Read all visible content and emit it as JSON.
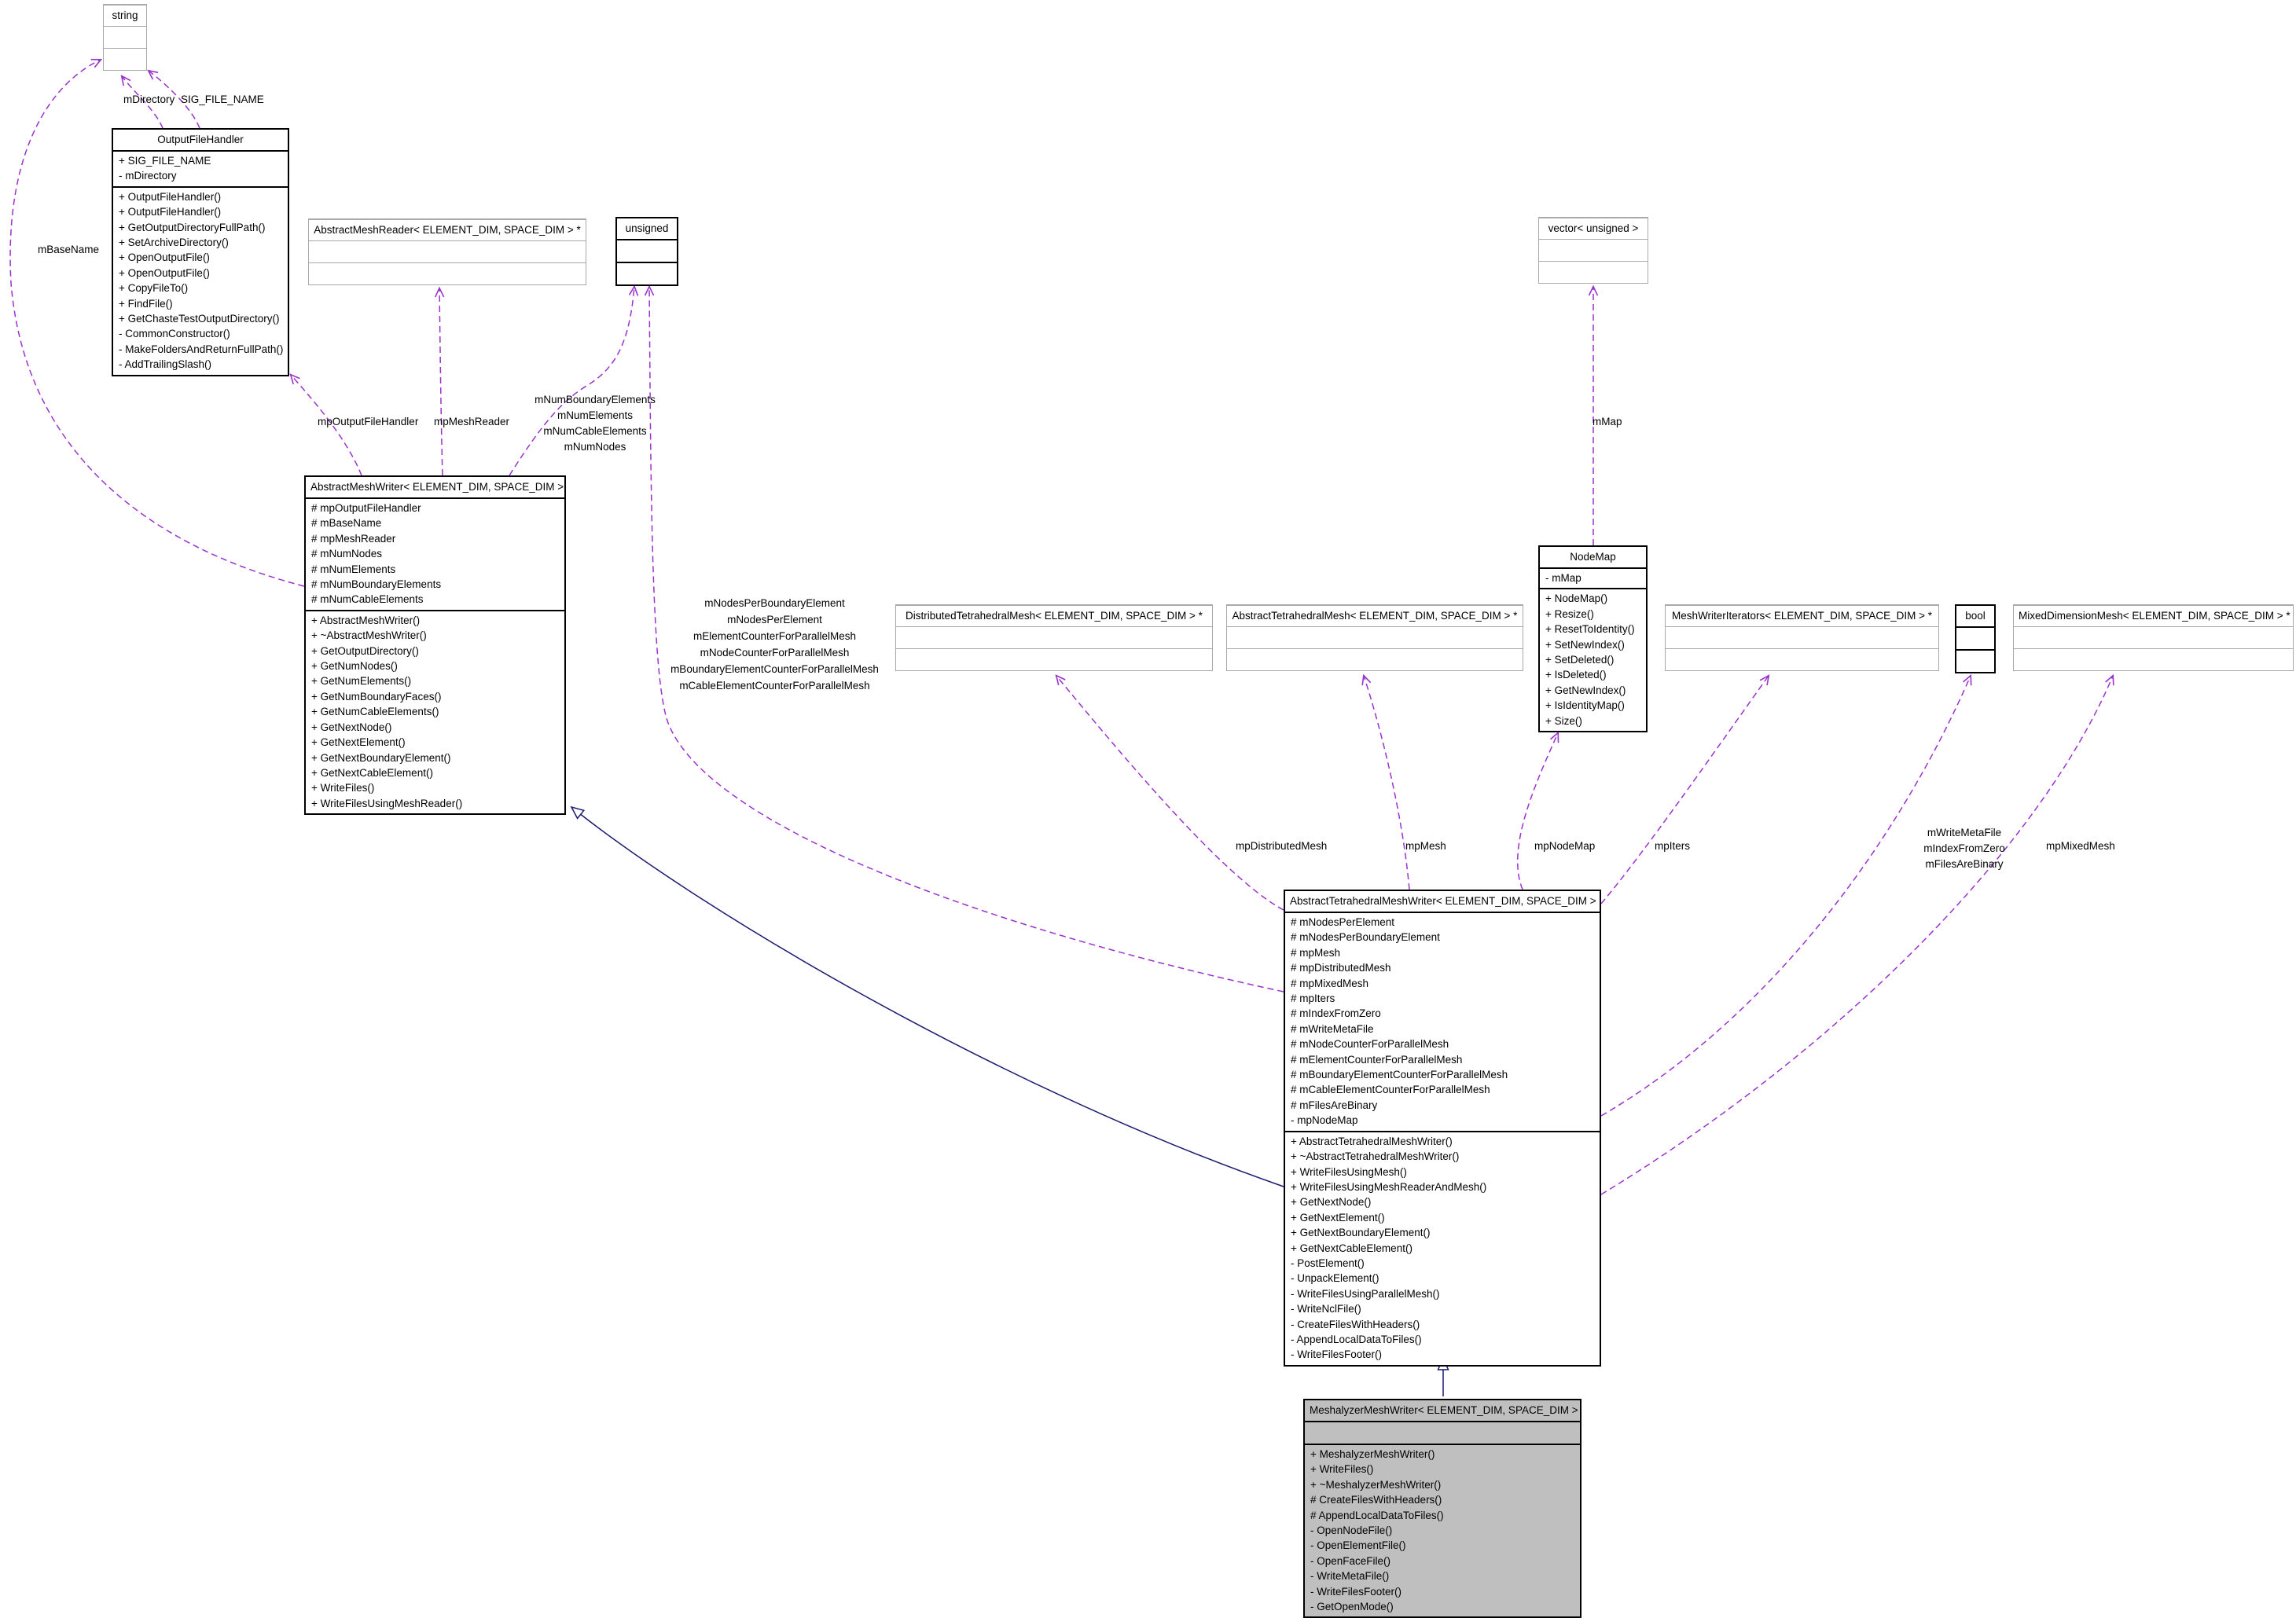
{
  "diagram_type": "uml-collaboration-diagram",
  "classes": {
    "string": {
      "title": "string"
    },
    "outputFileHandler": {
      "title": "OutputFileHandler",
      "attributes": [
        "+ SIG_FILE_NAME",
        "- mDirectory"
      ],
      "methods": [
        "+ OutputFileHandler()",
        "+ OutputFileHandler()",
        "+ GetOutputDirectoryFullPath()",
        "+ SetArchiveDirectory()",
        "+ OpenOutputFile()",
        "+ OpenOutputFile()",
        "+ CopyFileTo()",
        "+ FindFile()",
        "+ GetChasteTestOutputDirectory()",
        "- CommonConstructor()",
        "- MakeFoldersAndReturnFullPath()",
        "- AddTrailingSlash()"
      ]
    },
    "abstractMeshReader": {
      "title": "AbstractMeshReader< ELEMENT_DIM, SPACE_DIM > *"
    },
    "unsignedType": {
      "title": "unsigned"
    },
    "abstractMeshWriter": {
      "title": "AbstractMeshWriter< ELEMENT_DIM, SPACE_DIM >",
      "attributes": [
        "# mpOutputFileHandler",
        "# mBaseName",
        "# mpMeshReader",
        "# mNumNodes",
        "# mNumElements",
        "# mNumBoundaryElements",
        "# mNumCableElements"
      ],
      "methods": [
        "+ AbstractMeshWriter()",
        "+ ~AbstractMeshWriter()",
        "+ GetOutputDirectory()",
        "+ GetNumNodes()",
        "+ GetNumElements()",
        "+ GetNumBoundaryFaces()",
        "+ GetNumCableElements()",
        "+ GetNextNode()",
        "+ GetNextElement()",
        "+ GetNextBoundaryElement()",
        "+ GetNextCableElement()",
        "+ WriteFiles()",
        "+ WriteFilesUsingMeshReader()"
      ]
    },
    "vectorUnsigned": {
      "title": "vector< unsigned >"
    },
    "nodeMap": {
      "title": "NodeMap",
      "attributes": [
        "- mMap"
      ],
      "methods": [
        "+ NodeMap()",
        "+ Resize()",
        "+ ResetToIdentity()",
        "+ SetNewIndex()",
        "+ SetDeleted()",
        "+ IsDeleted()",
        "+ GetNewIndex()",
        "+ IsIdentityMap()",
        "+ Size()"
      ]
    },
    "distributedTetrahedralMesh": {
      "title": "DistributedTetrahedralMesh< ELEMENT_DIM, SPACE_DIM > *"
    },
    "abstractTetrahedralMesh": {
      "title": "AbstractTetrahedralMesh< ELEMENT_DIM, SPACE_DIM > *"
    },
    "meshWriterIterators": {
      "title": "MeshWriterIterators< ELEMENT_DIM, SPACE_DIM > *"
    },
    "boolType": {
      "title": "bool"
    },
    "mixedDimensionMesh": {
      "title": "MixedDimensionMesh< ELEMENT_DIM, SPACE_DIM > *"
    },
    "abstractTetrahedralMeshWriter": {
      "title": "AbstractTetrahedralMeshWriter< ELEMENT_DIM, SPACE_DIM >",
      "attributes": [
        "# mNodesPerElement",
        "# mNodesPerBoundaryElement",
        "# mpMesh",
        "# mpDistributedMesh",
        "# mpMixedMesh",
        "# mpIters",
        "# mIndexFromZero",
        "# mWriteMetaFile",
        "# mNodeCounterForParallelMesh",
        "# mElementCounterForParallelMesh",
        "# mBoundaryElementCounterForParallelMesh",
        "# mCableElementCounterForParallelMesh",
        "# mFilesAreBinary",
        "- mpNodeMap"
      ],
      "methods": [
        "+ AbstractTetrahedralMeshWriter()",
        "+ ~AbstractTetrahedralMeshWriter()",
        "+ WriteFilesUsingMesh()",
        "+ WriteFilesUsingMeshReaderAndMesh()",
        "+ GetNextNode()",
        "+ GetNextElement()",
        "+ GetNextBoundaryElement()",
        "+ GetNextCableElement()",
        "- PostElement()",
        "- UnpackElement()",
        "- WriteFilesUsingParallelMesh()",
        "- WriteNclFile()",
        "- CreateFilesWithHeaders()",
        "- AppendLocalDataToFiles()",
        "- WriteFilesFooter()"
      ]
    },
    "meshalyzerMeshWriter": {
      "title": "MeshalyzerMeshWriter< ELEMENT_DIM, SPACE_DIM >",
      "methods": [
        "+ MeshalyzerMeshWriter()",
        "+ WriteFiles()",
        "+ ~MeshalyzerMeshWriter()",
        "# CreateFilesWithHeaders()",
        "# AppendLocalDataToFiles()",
        "- OpenNodeFile()",
        "- OpenElementFile()",
        "- OpenFaceFile()",
        "- WriteMetaFile()",
        "- WriteFilesFooter()",
        "- GetOpenMode()"
      ]
    }
  },
  "edge_labels": {
    "mDirectory": "mDirectory",
    "sigFileName": "SIG_FILE_NAME",
    "mBaseName": "mBaseName",
    "mpOutputFileHandler": "mpOutputFileHandler",
    "mpMeshReader": "mpMeshReader",
    "numGroup": [
      "mNumBoundaryElements",
      "mNumElements",
      "mNumCableElements",
      "mNumNodes"
    ],
    "mMap": "mMap",
    "nodesGroup": [
      "mNodesPerBoundaryElement",
      "mNodesPerElement",
      "mElementCounterForParallelMesh",
      "mNodeCounterForParallelMesh",
      "mBoundaryElementCounterForParallelMesh",
      "mCableElementCounterForParallelMesh"
    ],
    "mpDistributedMesh": "mpDistributedMesh",
    "mpMesh": "mpMesh",
    "mpNodeMap": "mpNodeMap",
    "mpIters": "mpIters",
    "metaGroup": [
      "mWriteMetaFile",
      "mIndexFromZero",
      "mFilesAreBinary"
    ],
    "mpMixedMesh": "mpMixedMesh"
  },
  "colors": {
    "usage_edge": "#9a32cd",
    "inheritance_edge": "#191970",
    "node_border": "#000000",
    "external_node_border": "#a9a9a9",
    "node_fill": "#ffffff",
    "focus_node_fill": "#bfbfbf",
    "background": "#ffffff",
    "label_color": "#000000"
  }
}
